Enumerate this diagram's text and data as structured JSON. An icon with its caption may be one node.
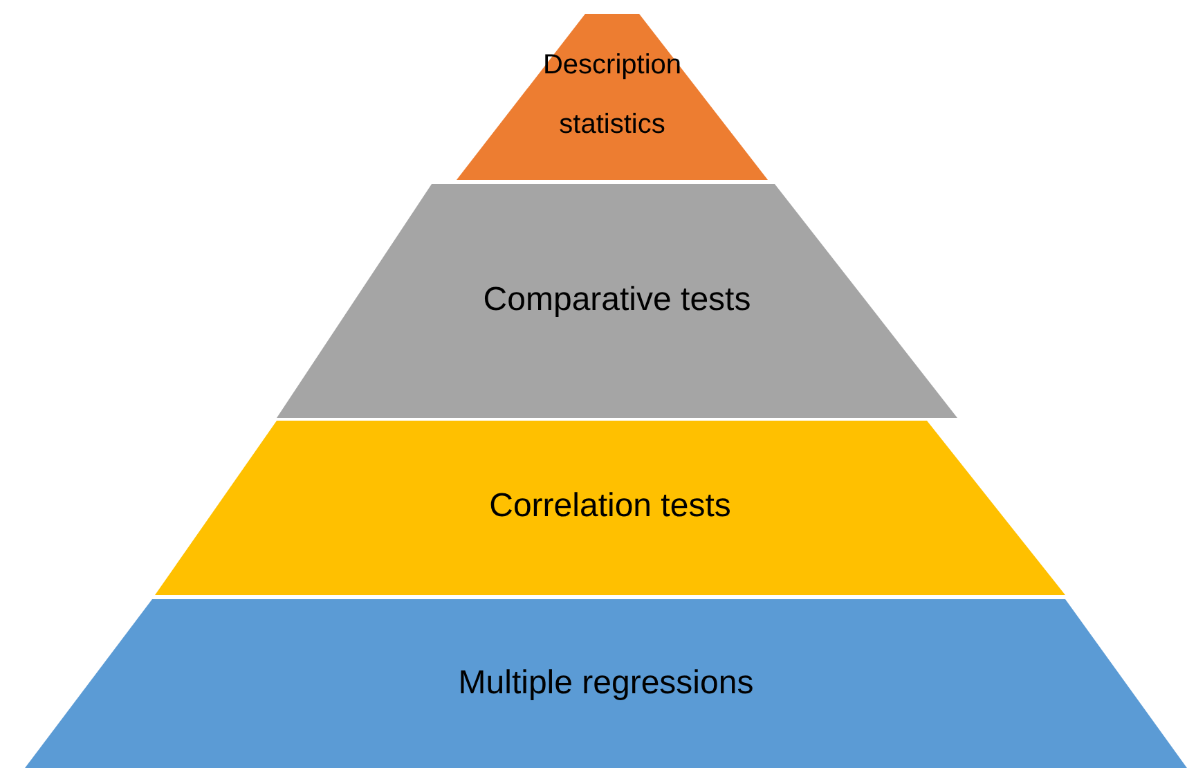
{
  "diagram": {
    "nodes": [
      {
        "text": [
          "Description statistics"
        ]
      },
      {
        "text": [
          "Comparative tests"
        ]
      },
      {
        "text": [
          "Correlation tests"
        ]
      },
      {
        "text": [
          "Multiple regressions"
        ]
      }
    ]
  }
}
